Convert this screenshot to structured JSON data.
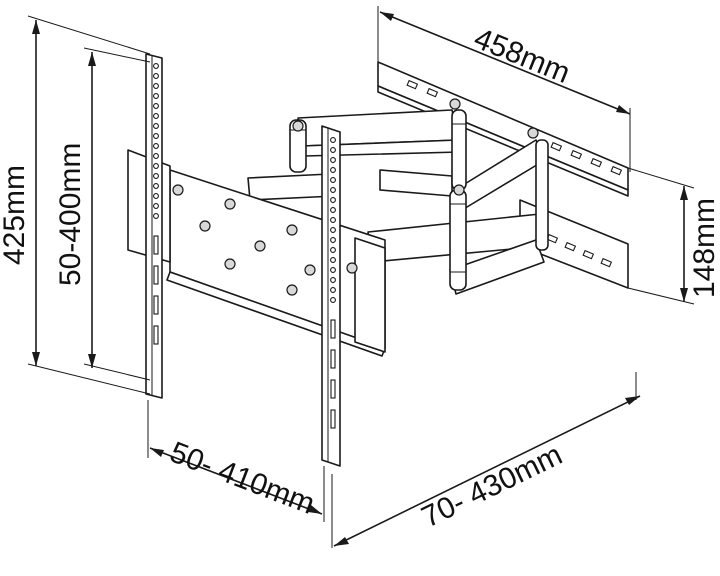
{
  "dimensions": {
    "height_overall": "425mm",
    "vesa_vertical": "50-400mm",
    "wall_plate_width": "458mm",
    "wall_plate_height": "148mm",
    "vesa_horizontal": "50- 410mm",
    "extension": "70- 430mm"
  },
  "colors": {
    "line": "#1a1a1a",
    "background": "#ffffff"
  }
}
